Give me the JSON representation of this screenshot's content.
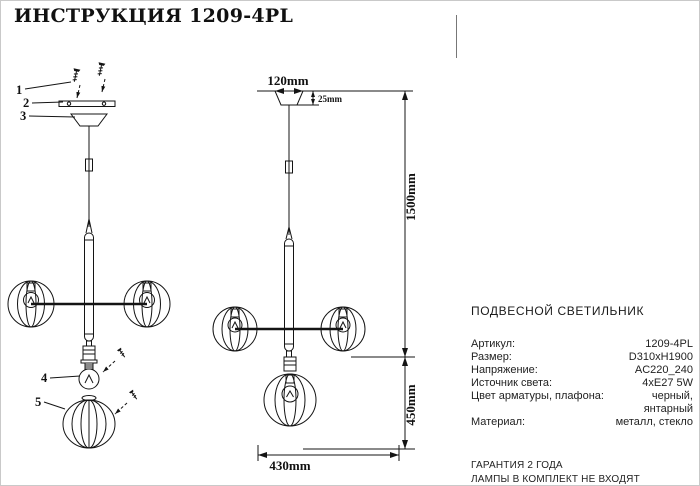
{
  "title": "ИНСТРУКЦИЯ 1209-4PL",
  "callouts": [
    "1",
    "2",
    "3",
    "4",
    "5"
  ],
  "dims": {
    "top_width": "120mm",
    "canopy_height": "25mm",
    "upper_height": "1500mm",
    "lower_height": "450mm",
    "bottom_width": "430mm"
  },
  "specs": {
    "product_type": "ПОДВЕСНОЙ СВЕТИЛЬНИК",
    "rows": [
      {
        "label": "Артикул:",
        "value": "1209-4PL"
      },
      {
        "label": "Размер:",
        "value": "D310xH1900"
      },
      {
        "label": "Напряжение:",
        "value": "AC220_240"
      },
      {
        "label": "Источник света:",
        "value": "4xE27 5W"
      },
      {
        "label": "Цвет арматуры, плафона:",
        "value": "черный,\nянтарный"
      },
      {
        "label": "Материал:",
        "value": "металл, стекло"
      }
    ],
    "warranty": "ГАРАНТИЯ 2 ГОДА",
    "note": "ЛАМПЫ В КОМПЛЕКТ НЕ ВХОДЯТ"
  }
}
